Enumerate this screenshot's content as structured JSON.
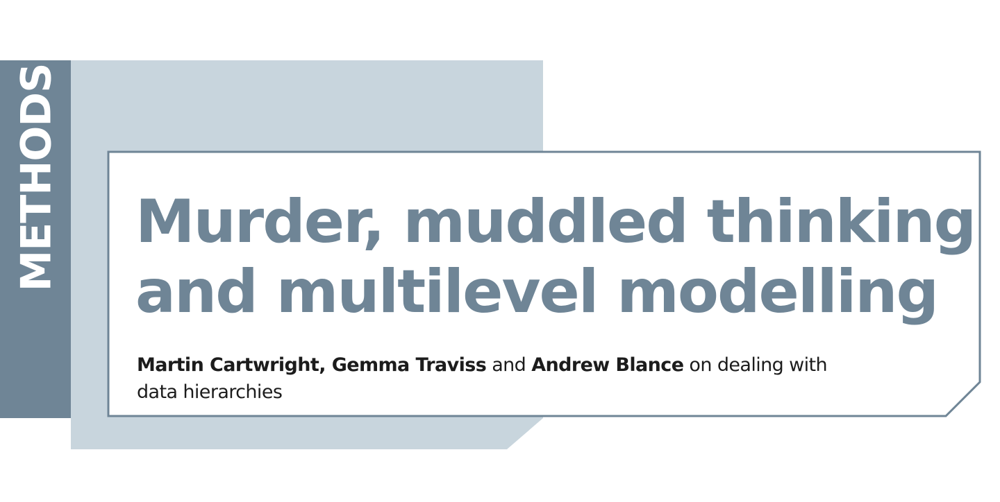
{
  "section_label": "METHODS",
  "headline": {
    "line1": "Murder, muddled thinking",
    "line2": "and multilevel modelling"
  },
  "byline": {
    "author1": "Martin Cartwright",
    "sep1": ", ",
    "author2": "Gemma Traviss",
    "sep2": " and ",
    "author3": "Andrew Blance",
    "rest": " on dealing with data hierarchies"
  },
  "colors": {
    "accent_slate": "#6f8596",
    "light_blue_grey": "#c8d5dd",
    "text_dark": "#1c1c1c",
    "background": "#ffffff"
  }
}
